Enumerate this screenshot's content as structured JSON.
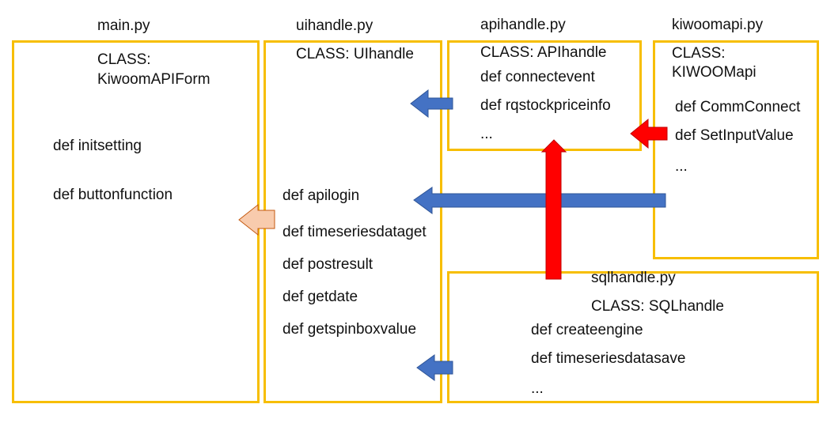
{
  "colors": {
    "box_border": "#f7be00",
    "arrow_blue": "#4472c4",
    "arrow_red": "#ff0000",
    "arrow_peach": "#f8cbad"
  },
  "modules": {
    "main": {
      "file": "main.py",
      "class_label": "CLASS:",
      "class_name": "KiwoomAPIForm",
      "methods": [
        "def initsetting",
        "def buttonfunction"
      ]
    },
    "uihandle": {
      "file": "uihandle.py",
      "class": "CLASS: UIhandle",
      "methods": [
        "def apilogin",
        "def timeseriesdataget",
        "def postresult",
        "def getdate",
        "def getspinboxvalue"
      ]
    },
    "apihandle": {
      "file": "apihandle.py",
      "class": "CLASS: APIhandle",
      "methods": [
        "def connectevent",
        "def rqstockpriceinfo",
        "..."
      ]
    },
    "kiwoomapi": {
      "file": "kiwoomapi.py",
      "class_label": "CLASS:",
      "class_name": "KIWOOMapi",
      "methods": [
        "def CommConnect",
        "def SetInputValue",
        "..."
      ]
    },
    "sqlhandle": {
      "file": "sqlhandle.py",
      "class": "CLASS: SQLhandle",
      "methods": [
        "def createengine",
        "def timeseriesdatasave",
        "..."
      ]
    }
  },
  "arrows": [
    {
      "from": "apihandle",
      "to": "uihandle",
      "color": "blue"
    },
    {
      "from": "kiwoomapi",
      "to": "apihandle",
      "color": "red"
    },
    {
      "from": "kiwoomapi",
      "to": "uihandle",
      "color": "blue"
    },
    {
      "from": "uihandle",
      "to": "main",
      "color": "peach"
    },
    {
      "from": "sqlhandle",
      "to": "apihandle",
      "color": "red"
    },
    {
      "from": "sqlhandle",
      "to": "uihandle",
      "color": "blue"
    }
  ]
}
